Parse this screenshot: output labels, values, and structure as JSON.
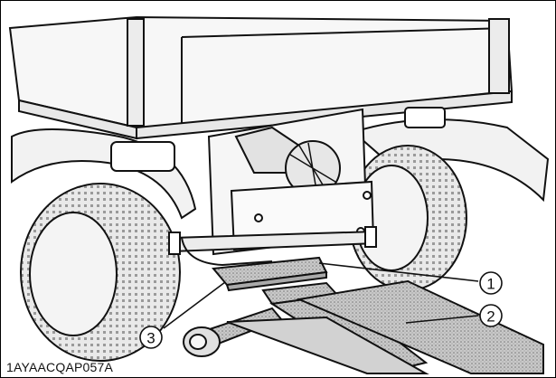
{
  "figure": {
    "code": "1AYAACQAP057A",
    "callouts": [
      {
        "label": "1"
      },
      {
        "label": "2"
      },
      {
        "label": "3"
      }
    ]
  },
  "colors": {
    "line": "#111111",
    "jack_fill": "#b9b9b9",
    "tire_fill": "#e6e6e6",
    "body_fill": "#f4f4f4"
  }
}
